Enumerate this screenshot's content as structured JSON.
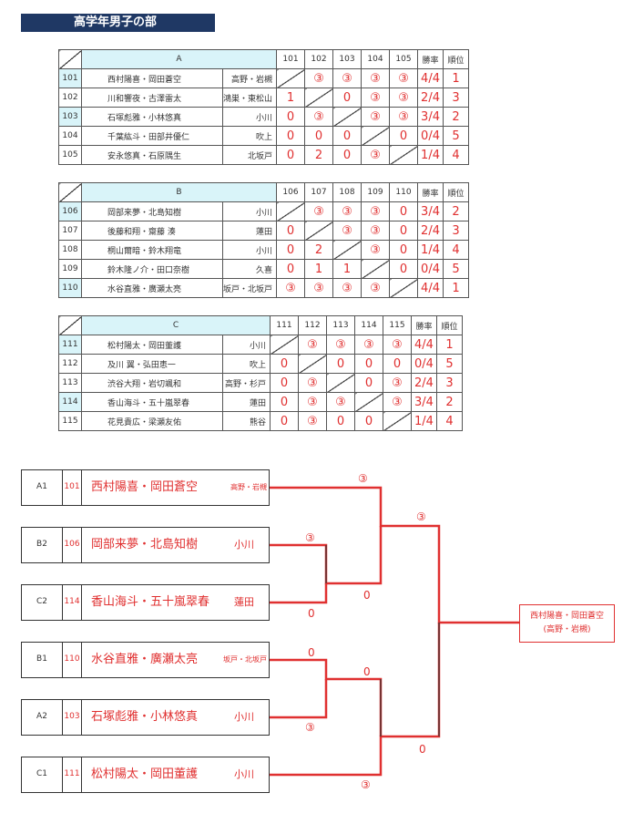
{
  "title": "高学年男子の部",
  "headers": {
    "win_rate": "勝率",
    "rank": "順位"
  },
  "groups": [
    {
      "name": "A",
      "cols": [
        "101",
        "102",
        "103",
        "104",
        "105"
      ],
      "rows": [
        {
          "id": "101",
          "hl": true,
          "names": "西村陽喜・岡田蒼空",
          "club": "高野・岩槻",
          "cells": [
            "",
            "③",
            "③",
            "③",
            "③"
          ],
          "rate": "4/4",
          "rank": "1"
        },
        {
          "id": "102",
          "hl": false,
          "names": "川和響夜・古澤雷太",
          "club": "鴻巣・東松山",
          "cells": [
            "1",
            "",
            "0",
            "③",
            "③"
          ],
          "rate": "2/4",
          "rank": "3"
        },
        {
          "id": "103",
          "hl": true,
          "names": "石塚彪雅・小林悠真",
          "club": "小川",
          "cells": [
            "0",
            "③",
            "",
            "③",
            "③"
          ],
          "rate": "3/4",
          "rank": "2"
        },
        {
          "id": "104",
          "hl": false,
          "names": "千葉紘斗・田部井優仁",
          "club": "吹上",
          "cells": [
            "0",
            "0",
            "0",
            "",
            "0"
          ],
          "rate": "0/4",
          "rank": "5"
        },
        {
          "id": "105",
          "hl": false,
          "names": "安永悠真・石原隅生",
          "club": "北坂戸",
          "cells": [
            "0",
            "2",
            "0",
            "③",
            ""
          ],
          "rate": "1/4",
          "rank": "4"
        }
      ]
    },
    {
      "name": "B",
      "cols": [
        "106",
        "107",
        "108",
        "109",
        "110"
      ],
      "rows": [
        {
          "id": "106",
          "hl": true,
          "names": "岡部来夢・北島知樹",
          "club": "小川",
          "cells": [
            "",
            "③",
            "③",
            "③",
            "0"
          ],
          "rate": "3/4",
          "rank": "2"
        },
        {
          "id": "107",
          "hl": false,
          "names": "後藤和翔・齋藤 湊",
          "club": "蓮田",
          "cells": [
            "0",
            "",
            "③",
            "③",
            "0"
          ],
          "rate": "2/4",
          "rank": "3"
        },
        {
          "id": "108",
          "hl": false,
          "names": "桐山爾暗・鈴木翔竜",
          "club": "小川",
          "cells": [
            "0",
            "2",
            "",
            "③",
            "0"
          ],
          "rate": "1/4",
          "rank": "4"
        },
        {
          "id": "109",
          "hl": false,
          "names": "鈴木隆ノ介・田口奈樹",
          "club": "久喜",
          "cells": [
            "0",
            "1",
            "1",
            "",
            "0"
          ],
          "rate": "0/4",
          "rank": "5"
        },
        {
          "id": "110",
          "hl": true,
          "names": "水谷直雅・廣瀬太亮",
          "club": "坂戸・北坂戸",
          "cells": [
            "③",
            "③",
            "③",
            "③",
            ""
          ],
          "rate": "4/4",
          "rank": "1"
        }
      ]
    },
    {
      "name": "C",
      "cols": [
        "111",
        "112",
        "113",
        "114",
        "115"
      ],
      "rows": [
        {
          "id": "111",
          "hl": true,
          "names": "松村陽太・岡田董護",
          "club": "小川",
          "cells": [
            "",
            "③",
            "③",
            "③",
            "③"
          ],
          "rate": "4/4",
          "rank": "1"
        },
        {
          "id": "112",
          "hl": false,
          "names": "及川 翼・弘田恵一",
          "club": "吹上",
          "cells": [
            "0",
            "",
            "0",
            "0",
            "0"
          ],
          "rate": "0/4",
          "rank": "5"
        },
        {
          "id": "113",
          "hl": false,
          "names": "渋谷大翔・岩切颯和",
          "club": "高野・杉戸",
          "cells": [
            "0",
            "③",
            "",
            "0",
            "③"
          ],
          "rate": "2/4",
          "rank": "3"
        },
        {
          "id": "114",
          "hl": true,
          "names": "香山海斗・五十嵐翠春",
          "club": "蓮田",
          "cells": [
            "0",
            "③",
            "③",
            "",
            "③"
          ],
          "rate": "3/4",
          "rank": "2"
        },
        {
          "id": "115",
          "hl": false,
          "names": "花見貴広・梁瀬友佑",
          "club": "熊谷",
          "cells": [
            "0",
            "③",
            "0",
            "0",
            ""
          ],
          "rate": "1/4",
          "rank": "4"
        }
      ]
    }
  ],
  "bracket": [
    {
      "seed": "A1",
      "num": "101",
      "names": "西村陽喜・岡田蒼空",
      "club": "高野・岩槻",
      "small": true
    },
    {
      "seed": "B2",
      "num": "106",
      "names": "岡部来夢・北島知樹",
      "club": "小川",
      "small": false
    },
    {
      "seed": "C2",
      "num": "114",
      "names": "香山海斗・五十嵐翠春",
      "club": "蓮田",
      "small": false
    },
    {
      "seed": "B1",
      "num": "110",
      "names": "水谷直雅・廣瀬太亮",
      "club": "坂戸・北坂戸",
      "small": true
    },
    {
      "seed": "A2",
      "num": "103",
      "names": "石塚彪雅・小林悠真",
      "club": "小川",
      "small": false
    },
    {
      "seed": "C1",
      "num": "111",
      "names": "松村陽太・岡田董護",
      "club": "小川",
      "small": false
    }
  ],
  "scores": {
    "a1_final": "③",
    "b2_vs_c2_top": "③",
    "b2_vs_c2_bottom": "0",
    "semi1_bottom": "0",
    "semi1_top": "③",
    "b1_vs_a2_top": "0",
    "b1_vs_a2_bottom": "③",
    "semi2_top": "0",
    "semi2_bottom": "③",
    "final_bottom": "0"
  },
  "winner": {
    "names": "西村陽喜・岡田蒼空",
    "club": "(高野・岩槻)"
  },
  "colors": {
    "accent_red": "#e03030",
    "title_bg": "#1f3864",
    "highlight": "#d9f4f9"
  }
}
